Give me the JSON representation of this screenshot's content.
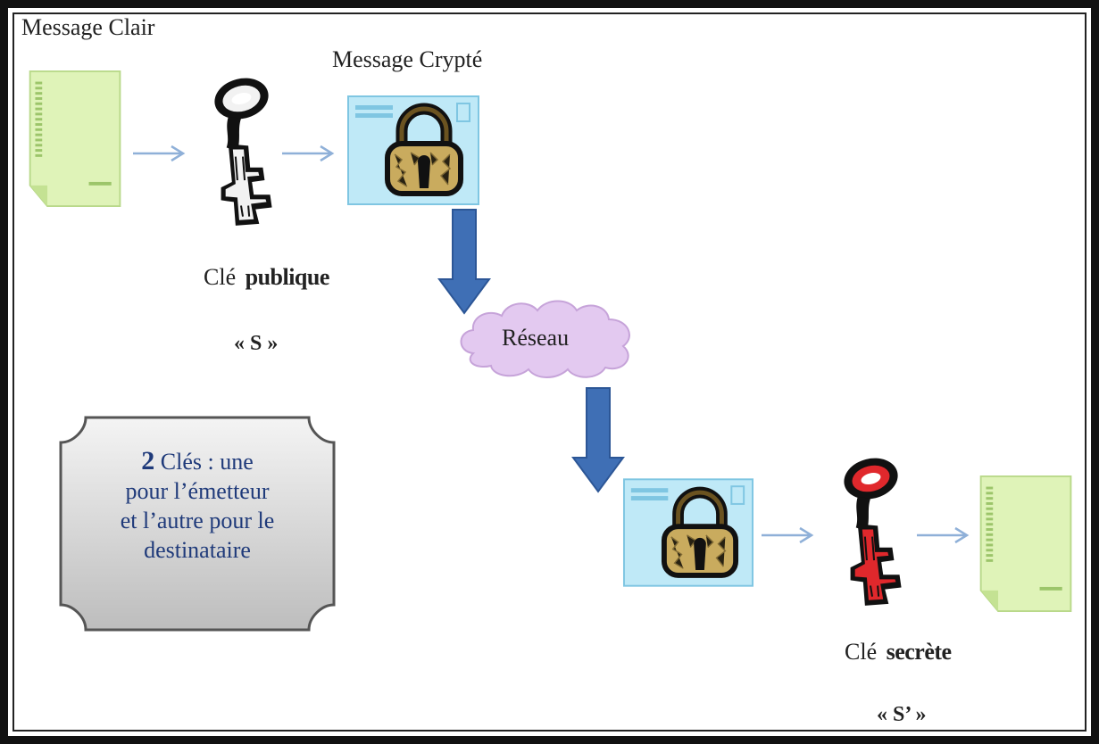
{
  "labels": {
    "clear_message": "Message Clair",
    "encrypted_message": "Message Crypté",
    "public_key_prefix": "Clé",
    "public_key_word": "publique",
    "public_key_symbol": "« S »",
    "network": "Réseau",
    "secret_key_prefix": "Clé",
    "secret_key_word": "secrète",
    "secret_key_symbol": "« S’ »"
  },
  "note": {
    "number": "2",
    "line1": "Clés : une",
    "line2": "pour l’émetteur",
    "line3": "et l’autre pour le",
    "line4": "destinataire"
  },
  "colors": {
    "document_fill": "#dff3b8",
    "envelope_fill": "#bfe9f7",
    "down_arrow": "#3f6fb5",
    "thin_arrow": "#8fb0d8",
    "cloud": "#e3c9f0",
    "public_key": "#f2f2f2",
    "secret_key": "#e0282c",
    "note_fill": "#d6d6d6",
    "note_text": "#1f3a7a"
  },
  "icons": [
    "document-icon",
    "key-icon",
    "envelope-icon",
    "padlock-icon",
    "cloud-icon",
    "arrow-icon"
  ]
}
